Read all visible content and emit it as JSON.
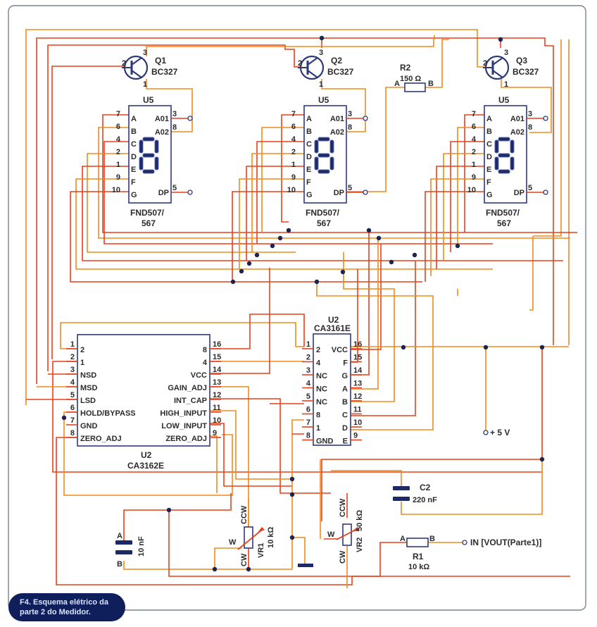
{
  "caption": {
    "line1": "F4. Esquema elétrico da",
    "line2": "parte 2 do Medidor."
  },
  "transistors": [
    {
      "ref": "Q1",
      "part": "BC327",
      "pins": [
        "2",
        "3",
        "1"
      ]
    },
    {
      "ref": "Q2",
      "part": "BC327",
      "pins": [
        "2",
        "3",
        "1"
      ]
    },
    {
      "ref": "Q3",
      "part": "BC327",
      "pins": [
        "2",
        "3",
        "1"
      ]
    }
  ],
  "displays": [
    {
      "ref": "U5",
      "part_line1": "FND507/",
      "part_line2": "567"
    },
    {
      "ref": "U5",
      "part_line1": "FND507/",
      "part_line2": "567"
    },
    {
      "ref": "U5",
      "part_line1": "FND507/",
      "part_line2": "567"
    }
  ],
  "display_pins_left": [
    {
      "num": "7",
      "name": "A"
    },
    {
      "num": "6",
      "name": "B"
    },
    {
      "num": "4",
      "name": "C"
    },
    {
      "num": "2",
      "name": "D"
    },
    {
      "num": "1",
      "name": "E"
    },
    {
      "num": "9",
      "name": "F"
    },
    {
      "num": "10",
      "name": "G"
    }
  ],
  "display_pins_right": [
    {
      "num": "3",
      "name": "A01"
    },
    {
      "num": "8",
      "name": "A02"
    },
    {
      "num": "5",
      "name": "DP"
    }
  ],
  "r2": {
    "ref": "R2",
    "value": "150 Ω",
    "pin_a": "A",
    "pin_b": "B"
  },
  "r1": {
    "ref": "R1",
    "value": "10 kΩ",
    "pin_a": "A",
    "pin_b": "B"
  },
  "c2": {
    "ref": "C2",
    "value": "220 nF"
  },
  "c1": {
    "value": "10 nF",
    "pin_a": "A",
    "pin_b": "B"
  },
  "vr1": {
    "ref": "VR1",
    "value": "10 kΩ",
    "ccw": "CCW",
    "cw": "CW",
    "w": "W"
  },
  "vr2": {
    "ref": "VR2",
    "value": "50 kΩ",
    "ccw": "CCW",
    "cw": "CW",
    "w": "W"
  },
  "supply": {
    "label": "+ 5 V"
  },
  "input": {
    "label": "IN [VOUT(Parte1)]"
  },
  "ca3162": {
    "ref": "U2",
    "part": "CA3162E",
    "left_pins": [
      {
        "num": "1",
        "name": "2"
      },
      {
        "num": "2",
        "name": "1"
      },
      {
        "num": "3",
        "name": "NSD"
      },
      {
        "num": "4",
        "name": "MSD"
      },
      {
        "num": "5",
        "name": "LSD"
      },
      {
        "num": "6",
        "name": "HOLD/BYPASS"
      },
      {
        "num": "7",
        "name": "GND"
      },
      {
        "num": "8",
        "name": "ZERO_ADJ"
      }
    ],
    "right_pins": [
      {
        "num": "16",
        "name": "8"
      },
      {
        "num": "15",
        "name": "4"
      },
      {
        "num": "14",
        "name": "VCC"
      },
      {
        "num": "13",
        "name": "GAIN_ADJ"
      },
      {
        "num": "12",
        "name": "INT_CAP"
      },
      {
        "num": "11",
        "name": "HIGH_INPUT"
      },
      {
        "num": "10",
        "name": "LOW_INPUT"
      },
      {
        "num": "9",
        "name": "ZERO_ADJ"
      }
    ]
  },
  "ca3161": {
    "ref": "U2",
    "part": "CA3161E",
    "left_pins": [
      {
        "num": "1",
        "name": "2"
      },
      {
        "num": "2",
        "name": "4"
      },
      {
        "num": "3",
        "name": "NC"
      },
      {
        "num": "4",
        "name": "NC"
      },
      {
        "num": "5",
        "name": "NC"
      },
      {
        "num": "6",
        "name": "8"
      },
      {
        "num": "7",
        "name": "1"
      },
      {
        "num": "8",
        "name": "GND"
      }
    ],
    "right_pins": [
      {
        "num": "16",
        "name": "VCC"
      },
      {
        "num": "15",
        "name": "F"
      },
      {
        "num": "14",
        "name": "G"
      },
      {
        "num": "13",
        "name": "A"
      },
      {
        "num": "12",
        "name": "B"
      },
      {
        "num": "11",
        "name": "C"
      },
      {
        "num": "10",
        "name": "D"
      },
      {
        "num": "9",
        "name": "E"
      }
    ]
  }
}
